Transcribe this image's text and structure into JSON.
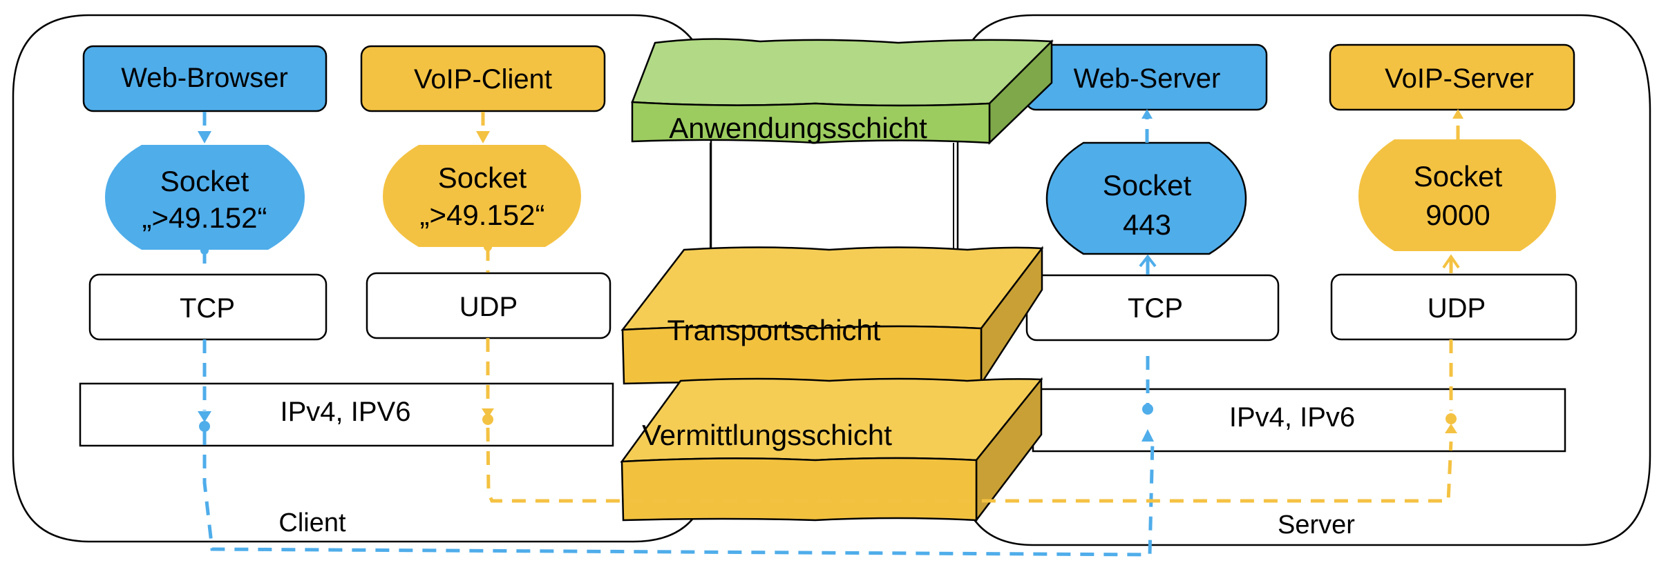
{
  "colors": {
    "blue": "#4FADEA",
    "yellow": "#F4C242",
    "green_top": "#B2D985",
    "green_front": "#9CCC5F",
    "green_side": "#7FA84A",
    "yellow_top": "#F5CD55",
    "yellow_front": "#F2C13E",
    "yellow_side": "#C9A035",
    "outline": "#000000"
  },
  "client": {
    "label": "Client",
    "apps": [
      {
        "label": "Web-Browser",
        "color": "blue"
      },
      {
        "label": "VoIP-Client",
        "color": "yellow"
      }
    ],
    "sockets": [
      {
        "line1": "Socket",
        "line2": "„>49.152“",
        "color": "blue"
      },
      {
        "line1": "Socket",
        "line2": "„>49.152“",
        "color": "yellow"
      }
    ],
    "transport": [
      {
        "label": "TCP"
      },
      {
        "label": "UDP"
      }
    ],
    "network": {
      "label": "IPv4, IPV6"
    }
  },
  "server": {
    "label": "Server",
    "apps": [
      {
        "label": "Web-Server",
        "color": "blue"
      },
      {
        "label": "VoIP-Server",
        "color": "yellow"
      }
    ],
    "sockets": [
      {
        "line1": "Socket",
        "line2": "443",
        "color": "blue"
      },
      {
        "line1": "Socket",
        "line2": "9000",
        "color": "yellow"
      }
    ],
    "transport": [
      {
        "label": "TCP"
      },
      {
        "label": "UDP"
      }
    ],
    "network": {
      "label": "IPv4, IPv6"
    }
  },
  "layers": [
    {
      "label": "Anwendungsschicht",
      "color": "green"
    },
    {
      "label": "Transportschicht",
      "color": "yellow"
    },
    {
      "label": "Vermittlungsschicht",
      "color": "yellow"
    }
  ],
  "flows": [
    {
      "name": "TCP flow Web-Browser to Web-Server",
      "color": "blue"
    },
    {
      "name": "UDP flow VoIP-Client to VoIP-Server",
      "color": "yellow"
    }
  ]
}
